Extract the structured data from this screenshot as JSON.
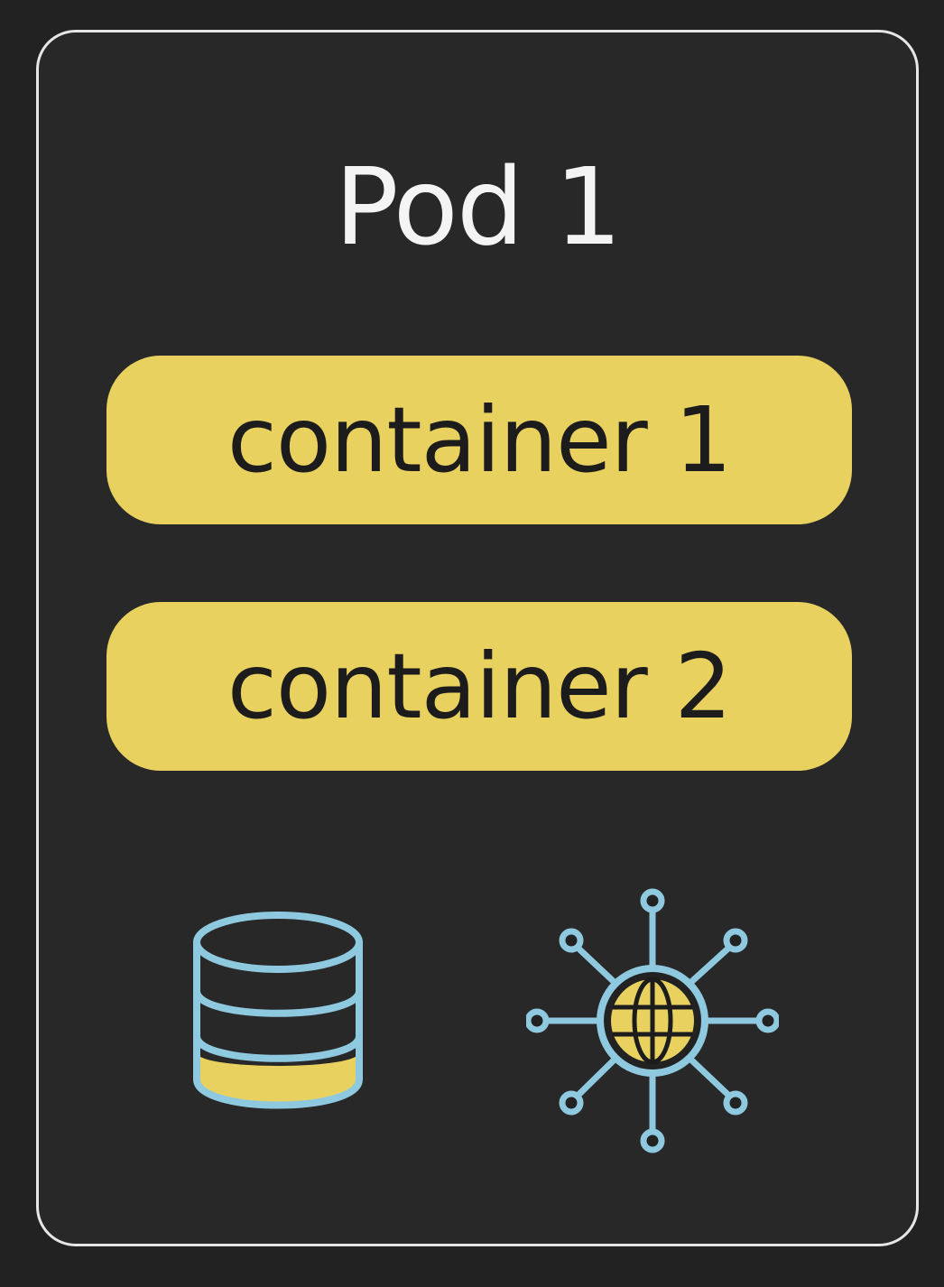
{
  "pod": {
    "title": "Pod 1",
    "border_color": "#e6e6e6",
    "background_color": "#282828"
  },
  "containers": [
    {
      "label": "container 1"
    },
    {
      "label": "container 2"
    }
  ],
  "colors": {
    "accent_yellow": "#e9d15f",
    "icon_blue": "#8fc9df",
    "text_dark": "#1c1c1c",
    "page_background": "#222222"
  },
  "icons": {
    "storage": "database-icon",
    "network": "network-globe-icon"
  }
}
